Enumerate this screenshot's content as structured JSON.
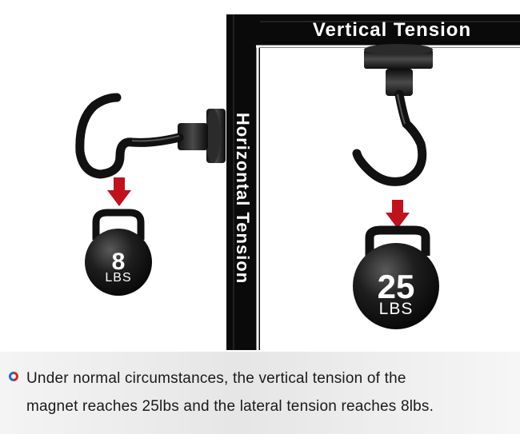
{
  "labels": {
    "vertical": "Vertical Tension",
    "horizontal": "Horizontal Tension"
  },
  "weights": {
    "side": {
      "value": "8",
      "unit": "LBS"
    },
    "hanging": {
      "value": "25",
      "unit": "LBS"
    }
  },
  "caption": {
    "line1": "Under normal circumstances, the vertical tension of the",
    "line2": "magnet reaches 25lbs and the lateral tension reaches 8lbs."
  },
  "colors": {
    "arrow": "#c0111c",
    "icon_left": "#1d6fc6",
    "icon_right": "#d42a1f"
  }
}
